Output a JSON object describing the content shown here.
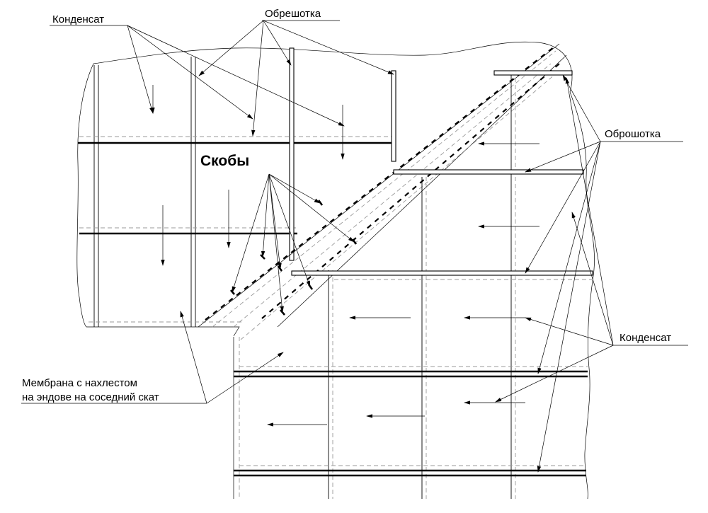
{
  "labels": {
    "kondensat_top": "Конденсат",
    "obreshotka_top": "Обрешотка",
    "obroshotka_right": "Оброшотка",
    "skoby": "Скобы",
    "kondensat_right": "Конденсат",
    "membrana_line1": "Мембрана с нахлестом",
    "membrana_line2": "на эндове на соседний скат"
  }
}
